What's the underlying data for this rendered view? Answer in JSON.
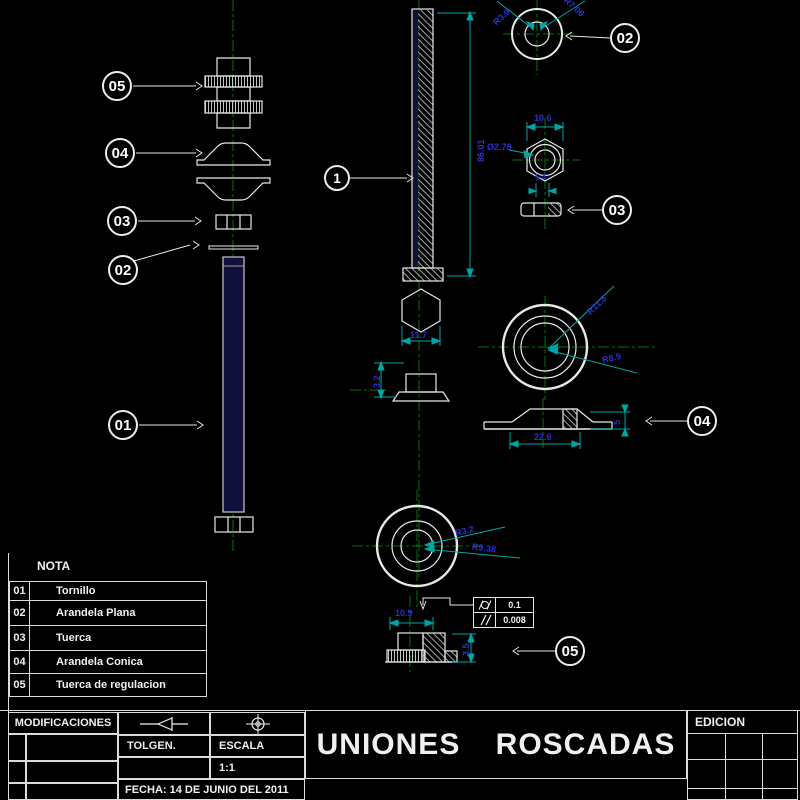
{
  "drawing": {
    "title": "UNIONES ROSCADAS",
    "modifications_label": "MODIFICACIONES",
    "tolgen_label": "TOLGEN.",
    "escala_label": "ESCALA",
    "escala_value": "1:1",
    "fecha": "FECHA: 14 DE JUNIO DEL 2011",
    "edicion_label": "EDICION"
  },
  "nota_table": {
    "header": "NOTA",
    "rows": [
      {
        "num": "01",
        "desc": "Tornillo"
      },
      {
        "num": "02",
        "desc": "Arandela Plana"
      },
      {
        "num": "03",
        "desc": "Tuerca"
      },
      {
        "num": "04",
        "desc": "Arandela Conica"
      },
      {
        "num": "05",
        "desc": "Tuerca de  regulacion"
      }
    ]
  },
  "balloons": {
    "b05_left": "05",
    "b04_left": "04",
    "b03_left": "03",
    "b02_left": "02",
    "b01_left": "01",
    "b1_mid": "1",
    "b02_right": "02",
    "b03_right": "03",
    "b04_right": "04",
    "b05_bottom": "05"
  },
  "dimensions": {
    "bolt_length": "86.01",
    "washer_r_inner": "R3.9",
    "washer_r_outer": "R7.06",
    "nut_width": "10.6",
    "nut_hole": "Ø2.78",
    "nut_small": "5.4",
    "hex_width": "11.7",
    "flange_height": "3.2",
    "cwasher_r1": "R11.8",
    "cwasher_r2": "R8.9",
    "cwasher_width": "22.6",
    "cwasher_height": "5",
    "lwasher_r1": "R3.2",
    "lwasher_r2": "R9.38",
    "regnut_width": "10.9",
    "regnut_height": "3.5",
    "fcf_circularity": "0.1",
    "fcf_parallelism": "0.008"
  },
  "colors": {
    "background": "#000000",
    "geometry": "#e8e8e8",
    "dimension_line": "#00a6a6",
    "dimension_text": "#2e2ecf",
    "centerline": "#0c6e0c",
    "bolt_fill": "#10103a"
  }
}
